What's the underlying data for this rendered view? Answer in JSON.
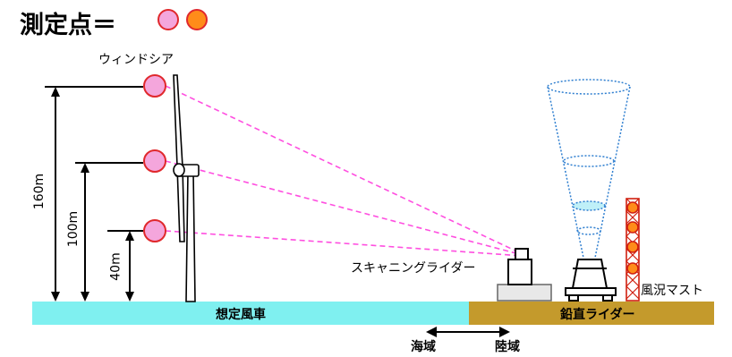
{
  "legend": {
    "title": "測定点＝",
    "marker_colors": [
      "#f4a6dc",
      "#ff8c1a"
    ],
    "marker_outline": "#e0282c",
    "wind_shear_label": "ウィンドシア"
  },
  "heights": {
    "h160": "160m",
    "h100": "100m",
    "h40": "40m"
  },
  "instruments": {
    "scanning_lidar": "スキャニングライダー",
    "wind_mast": "風況マスト"
  },
  "ground": {
    "sea_label": "想定風車",
    "land_label": "鉛直ライダー",
    "sea_color": "#7ff0f0",
    "land_color": "#c49a2c"
  },
  "boundary": {
    "sea": "海域",
    "land": "陸域"
  },
  "colors": {
    "beam": "#ff4fe0",
    "cone": "#2f7fd0",
    "mast": "#d02010"
  }
}
